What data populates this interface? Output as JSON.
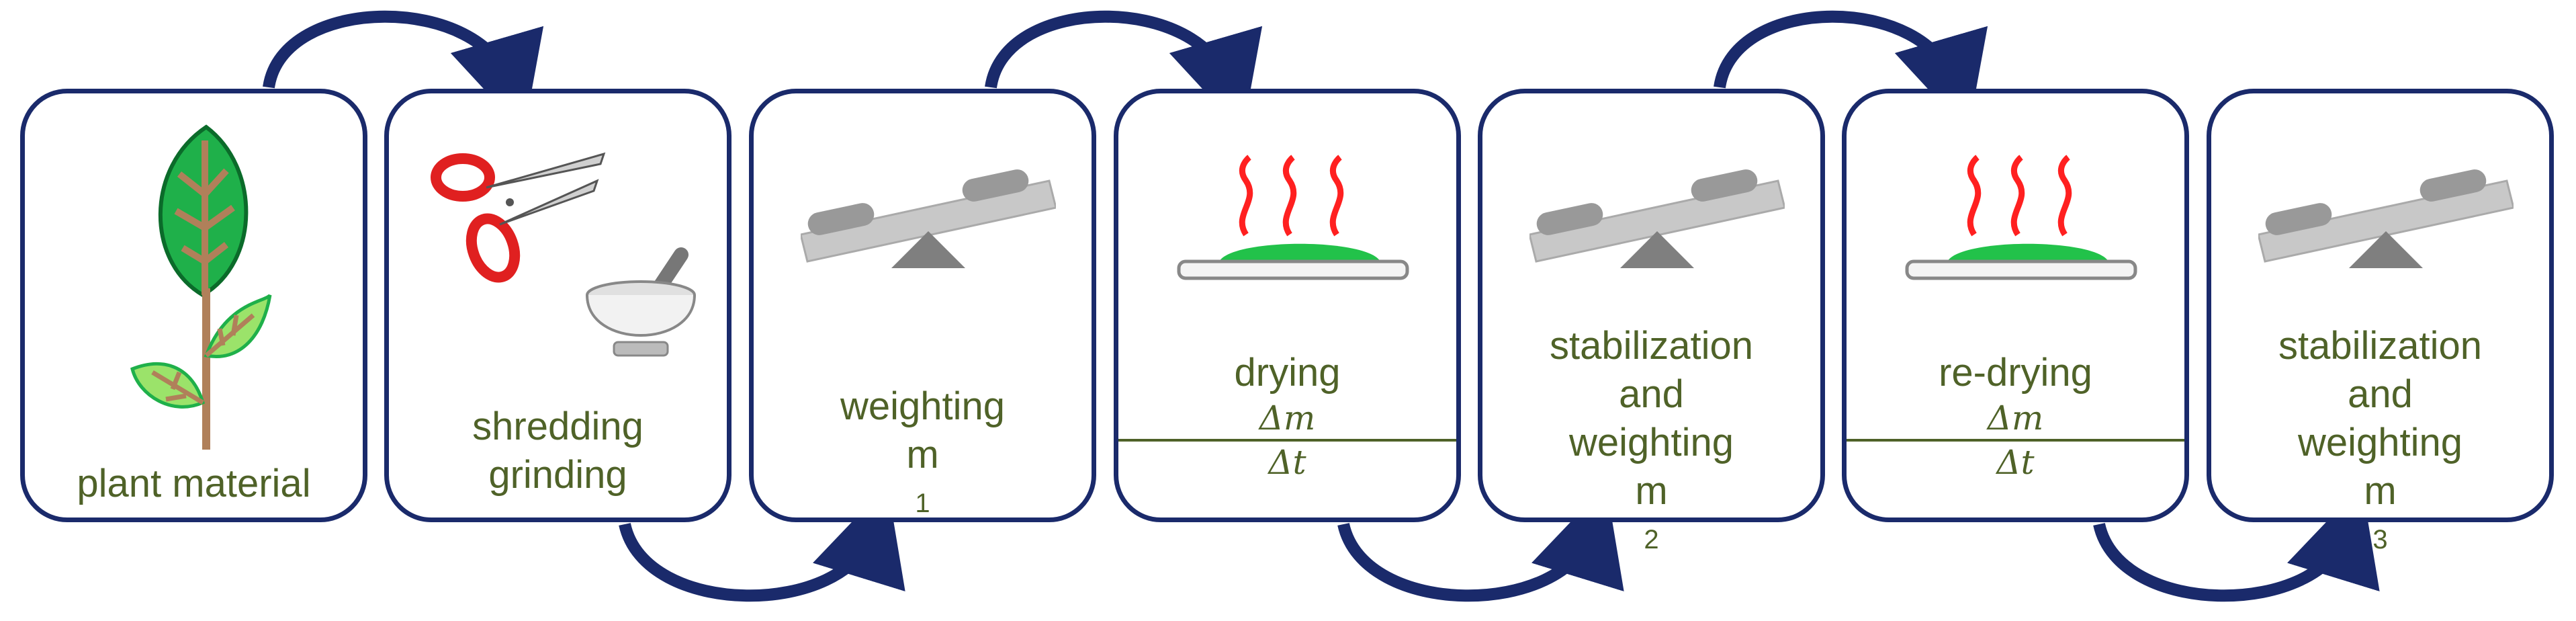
{
  "steps": [
    {
      "label": "plant material"
    },
    {
      "line1": "shredding",
      "line2": "grinding"
    },
    {
      "line1": "weighting",
      "label_m": "m",
      "sub": "1"
    },
    {
      "line1": "drying",
      "num": "Δm",
      "den": "Δt"
    },
    {
      "line1": "stabilization",
      "line2": "and",
      "line3": "weighting",
      "label_m": "m",
      "sub": "2"
    },
    {
      "line1": "re-drying",
      "num": "Δm",
      "den": "Δt"
    },
    {
      "line1": "stabilization",
      "line2": "and",
      "line3": "weighting",
      "label_m": "m",
      "sub": "3"
    }
  ],
  "colors": {
    "border": "#1a2a6b",
    "text": "#4f6228",
    "arrow": "#1a2a6b"
  },
  "icons": [
    "leaf-plant-icon",
    "scissors-icon",
    "mortar-pestle-icon",
    "balance-scale-icon",
    "drying-tray-icon"
  ]
}
